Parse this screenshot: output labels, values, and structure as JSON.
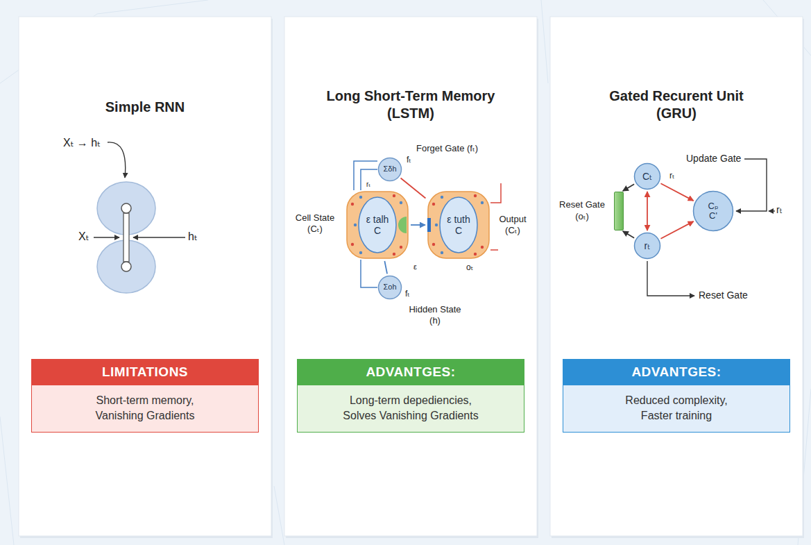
{
  "diagram": {
    "nodes": [
      {
        "text": [
          "Simple RNN"
        ]
      },
      {
        "text": [
          "LIMITATIONS",
          "Short-term memory, Vanishing Gradients"
        ],
        "in": 0
      },
      {
        "text": [
          "Long Short-Term Memory (LSTM)"
        ]
      },
      {
        "text": [
          "Σδh"
        ],
        "in": 2
      },
      {
        "text": [
          "ε talh C"
        ],
        "in": 2
      },
      {
        "text": [
          "ε tuth C"
        ],
        "in": 2
      },
      {
        "text": [
          "Σoh"
        ],
        "in": 2
      },
      {
        "text": [
          "ADVANTGES:",
          "Long-term depediencies, Solves Vanishing Gradients"
        ],
        "in": 2
      },
      {
        "text": [
          "Gated Recurent Unit (GRU)"
        ]
      },
      {
        "text": [
          "Cₜ"
        ],
        "in": 8
      },
      {
        "text": [
          "rₜ"
        ],
        "in": 8
      },
      {
        "text": [
          "Cₚ C'"
        ],
        "in": 8
      },
      {
        "text": [
          "Reset Gate (oₜ)"
        ],
        "in": 8
      },
      {
        "text": [
          "ADVANTGES:",
          "Reduced complexity, Faster training"
        ],
        "in": 8
      }
    ],
    "edges": [
      {
        "from": 4,
        "to": 5,
        "arrow": "to"
      },
      {
        "from": 3,
        "to": 5,
        "arrow": "none"
      },
      {
        "from": 6,
        "to": 4,
        "arrow": "none"
      },
      {
        "from": 9,
        "to": 10,
        "arrow": "both"
      },
      {
        "from": 9,
        "to": 11,
        "arrow": "to"
      },
      {
        "from": 10,
        "to": 11,
        "arrow": "to"
      },
      {
        "from": 9,
        "to": 12,
        "arrow": "to"
      },
      {
        "from": 10,
        "to": 12,
        "arrow": "to"
      }
    ],
    "labels": [
      "Xₜ → hₜ",
      "Xₜ",
      "hₜ",
      "Forget Gate (fₜ)",
      "fₜ",
      "rₜ",
      "Cell State (Cₜ)",
      "Output (Cₜ)",
      "ε",
      "oₜ",
      "fₜ",
      "Hidden State (h)",
      "Update Gate",
      "rₜ",
      "rₜ",
      "Reset Gate"
    ]
  }
}
